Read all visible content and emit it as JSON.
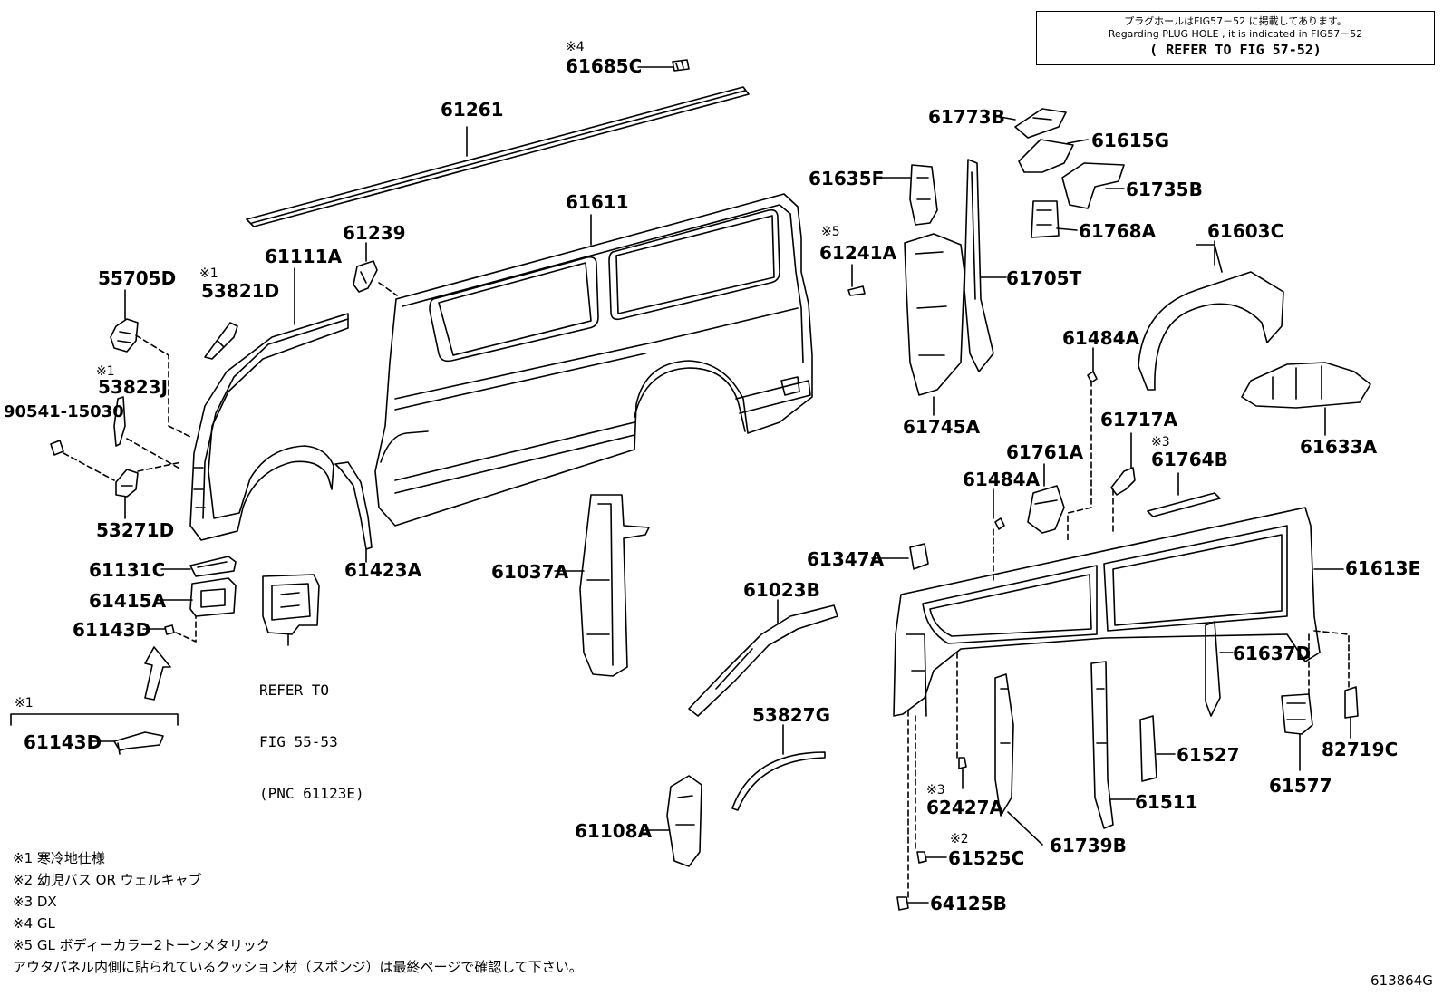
{
  "note_box": {
    "line1": "プラグホールはFIG57－52 に掲載してあります。",
    "line2": "Regarding PLUG HOLE , it is indicated in FIG57－52",
    "line3": "( REFER TO FIG 57-52)"
  },
  "markers": {
    "m1": "※1",
    "m2": "※2",
    "m3": "※3",
    "m4": "※4",
    "m5": "※5"
  },
  "parts": {
    "p61685C": "61685C",
    "p61261": "61261",
    "p61611": "61611",
    "p61239": "61239",
    "p61111A": "61111A",
    "p55705D": "55705D",
    "p53821D": "53821D",
    "p53823J": "53823J",
    "p90541": "90541-15030",
    "p53271D": "53271D",
    "p61131C": "61131C",
    "p61415A": "61415A",
    "p61143D": "61143D",
    "p61143D_b": "61143D",
    "p61423A": "61423A",
    "p61037A": "61037A",
    "p61023B": "61023B",
    "p53827G": "53827G",
    "p61108A": "61108A",
    "p61773B": "61773B",
    "p61615G": "61615G",
    "p61635F": "61635F",
    "p61735B": "61735B",
    "p61768A": "61768A",
    "p61241A": "61241A",
    "p61705T": "61705T",
    "p61603C": "61603C",
    "p61745A": "61745A",
    "p61484A": "61484A",
    "p61484A_b": "61484A",
    "p61633A": "61633A",
    "p61717A": "61717A",
    "p61761A": "61761A",
    "p61764B": "61764B",
    "p61347A": "61347A",
    "p61613E": "61613E",
    "p61637D": "61637D",
    "p61527": "61527",
    "p61511": "61511",
    "p62427A": "62427A",
    "p61739B": "61739B",
    "p61525C": "61525C",
    "p64125B": "64125B",
    "p61577": "61577",
    "p82719C": "82719C"
  },
  "refer": {
    "line1": "REFER TO",
    "line2": "FIG 55-53",
    "line3": "(PNC 61123E)"
  },
  "footnotes": {
    "f1": "※1 寒冷地仕様",
    "f2": "※2 幼児バス OR ウェルキャブ",
    "f3": "※3 DX",
    "f4": "※4 GL",
    "f5": "※5 GL ボディーカラー2トーンメタリック",
    "f6": "アウタパネル内側に貼られているクッション材（スポンジ）は最終ページで確認して下さい。"
  },
  "figure_number": "613864G"
}
